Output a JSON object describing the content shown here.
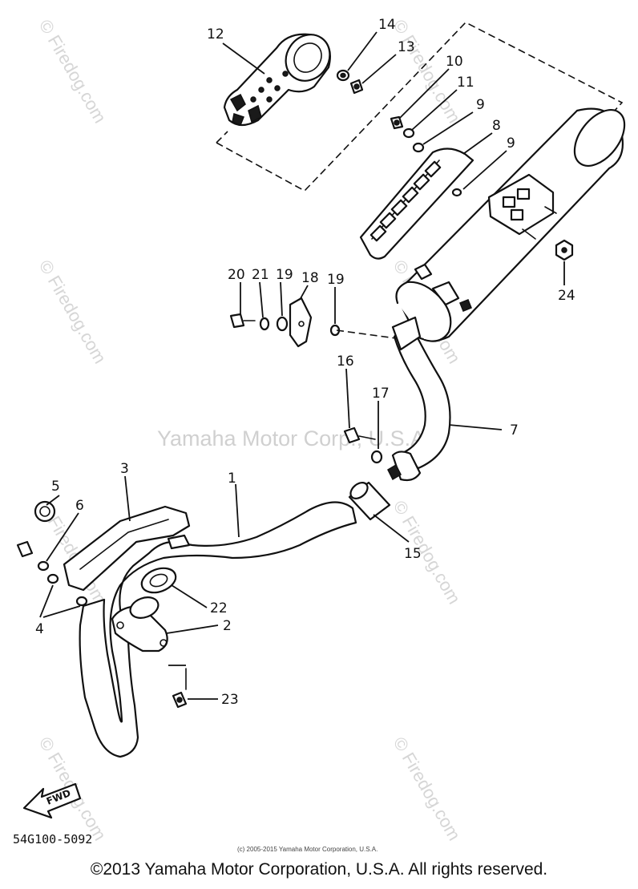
{
  "diagram": {
    "watermark_center": "Yamaha Motor Corp., U.S.A.",
    "watermark_site": "© Firedog.com",
    "part_code": "54G100-5092",
    "small_notice": "(c) 2005-2015 Yamaha Motor Corporation, U.S.A.",
    "fwd_label": "FWD",
    "callouts": [
      "1",
      "2",
      "3",
      "4",
      "5",
      "6",
      "7",
      "8",
      "9",
      "9",
      "10",
      "11",
      "12",
      "13",
      "14",
      "15",
      "16",
      "17",
      "18",
      "19",
      "19",
      "20",
      "21",
      "22",
      "23",
      "24"
    ]
  },
  "footer": {
    "copyright": "©2013 Yamaha Motor Corporation, U.S.A. All rights reserved."
  }
}
